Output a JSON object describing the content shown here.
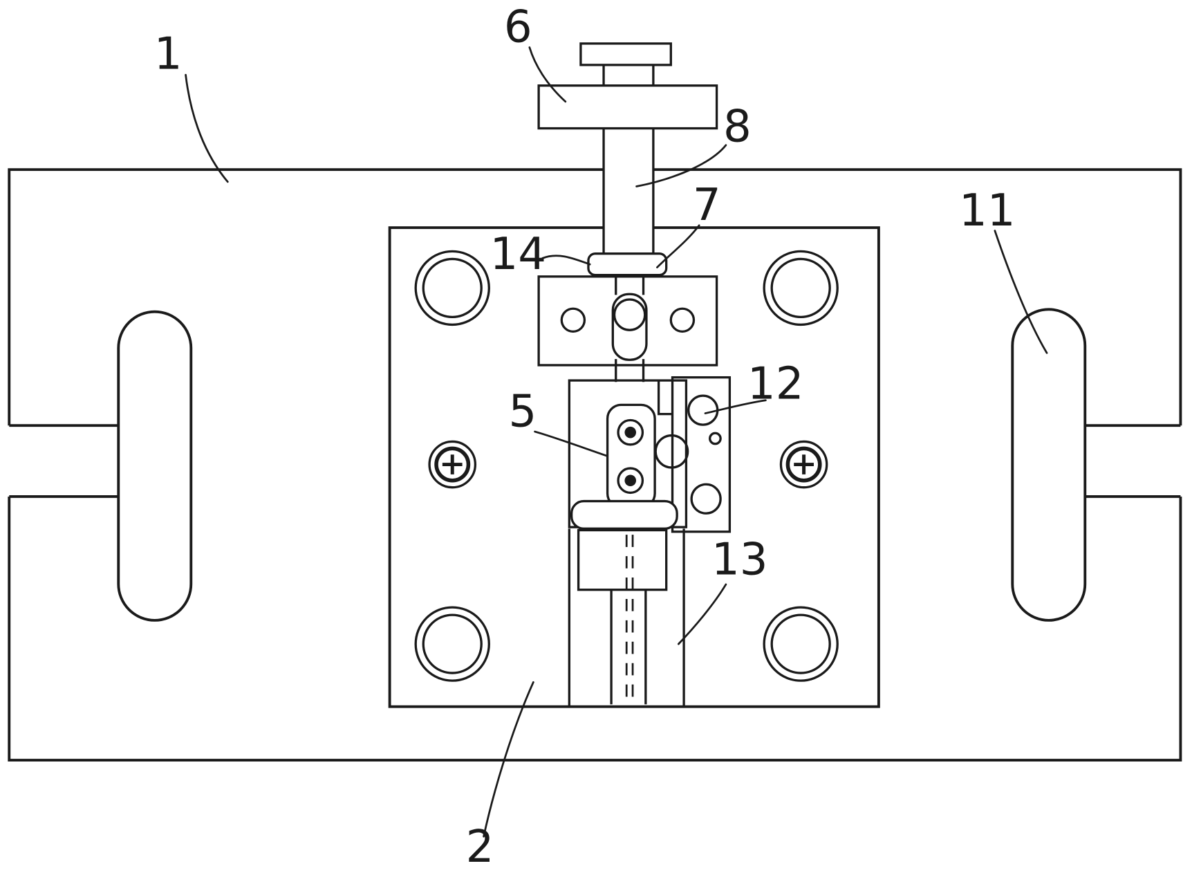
{
  "drawing": {
    "type": "patent-figure",
    "background_color": "#ffffff",
    "line_color": "#1a1a1a"
  },
  "callouts": [
    {
      "number": "1",
      "part": "base-plate"
    },
    {
      "number": "2",
      "part": "inner-mounting-plate"
    },
    {
      "number": "5",
      "part": "center-clamp-block"
    },
    {
      "number": "6",
      "part": "top-handle-block"
    },
    {
      "number": "7",
      "part": "washer-flange"
    },
    {
      "number": "8",
      "part": "vertical-screw-shaft"
    },
    {
      "number": "11",
      "part": "side-capsule-slot"
    },
    {
      "number": "12",
      "part": "side-plate"
    },
    {
      "number": "13",
      "part": "lower-guide-rail"
    },
    {
      "number": "14",
      "part": "thin-shim"
    }
  ]
}
